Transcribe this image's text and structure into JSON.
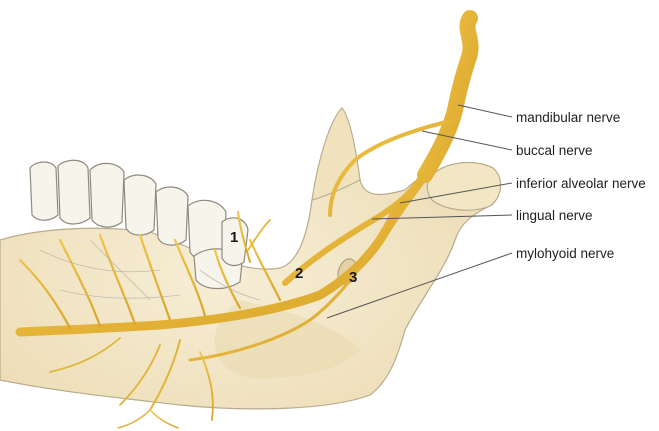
{
  "labels": [
    {
      "id": "mandibular",
      "text": "mandibular nerve"
    },
    {
      "id": "buccal",
      "text": "buccal nerve"
    },
    {
      "id": "inferior_alveolar",
      "text": "inferior alveolar nerve"
    },
    {
      "id": "lingual",
      "text": "lingual nerve"
    },
    {
      "id": "mylohyoid",
      "text": "mylohyoid nerve"
    }
  ],
  "markers": [
    "1",
    "2",
    "3"
  ],
  "colors": {
    "nerve": "#e6b533",
    "nerve_dark": "#c99a22",
    "bone": "#f3e8c8",
    "bone_shade": "#e9d9b0",
    "bone_outline": "#b9ab8c",
    "tooth": "#f7f4ec",
    "leader": "#555555"
  }
}
